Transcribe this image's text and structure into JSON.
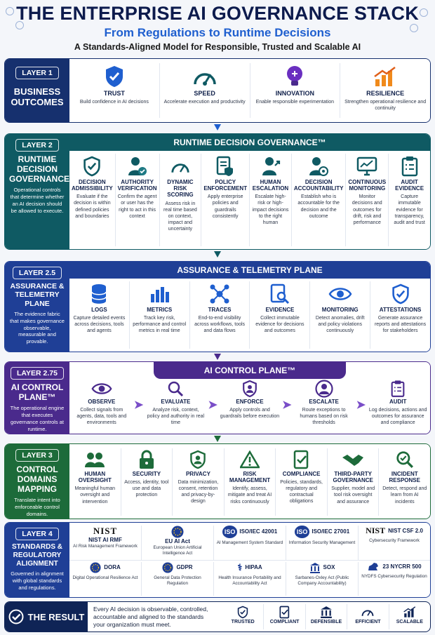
{
  "header": {
    "title": "THE ENTERPRISE AI GOVERNANCE STACK",
    "subtitle": "From Regulations to Runtime Decisions",
    "tagline": "A Standards-Aligned Model for Responsible, Trusted and Scalable AI"
  },
  "colors": {
    "navy": "#16306e",
    "teal": "#0f5a63",
    "blue": "#1f3f96",
    "purple": "#4a2a8c",
    "green": "#1d6b3a",
    "dark": "#0f2456"
  },
  "layer1": {
    "badge": "LAYER 1",
    "title": "BUSINESS OUTCOMES",
    "items": [
      {
        "icon": "shield-check-icon",
        "title": "TRUST",
        "desc": "Build confidence in AI decisions"
      },
      {
        "icon": "speedometer-icon",
        "title": "SPEED",
        "desc": "Accelerate execution and productivity"
      },
      {
        "icon": "lightbulb-icon",
        "title": "INNOVATION",
        "desc": "Enable responsible experimentation"
      },
      {
        "icon": "growth-chart-icon",
        "title": "RESILIENCE",
        "desc": "Strengthen operational resilience and continuity"
      }
    ]
  },
  "layer2": {
    "badge": "LAYER 2",
    "title": "RUNTIME DECISION GOVERNANCE™",
    "desc": "Operational controls that determine whether an AI decision should be allowed to execute.",
    "bar": "RUNTIME DECISION GOVERNANCE™",
    "items": [
      {
        "icon": "shield-check-icon",
        "title": "DECISION ADMISSIBILITY",
        "desc": "Evaluate if the decision is within defined policies and boundaries"
      },
      {
        "icon": "user-check-icon",
        "title": "AUTHORITY VERIFICATION",
        "desc": "Confirm the agent or user has the right to act in this context"
      },
      {
        "icon": "gauge-icon",
        "title": "DYNAMIC RISK SCORING",
        "desc": "Assess risk in real time based on context, impact and uncertainty"
      },
      {
        "icon": "policy-document-icon",
        "title": "POLICY ENFORCEMENT",
        "desc": "Apply enterprise policies and guardrails consistently"
      },
      {
        "icon": "escalation-user-icon",
        "title": "HUMAN ESCALATION",
        "desc": "Escalate high-risk or high-impact decisions to the right human"
      },
      {
        "icon": "accountable-user-icon",
        "title": "DECISION ACCOUNTABILITY",
        "desc": "Establish who is accountable for the decision and the outcome"
      },
      {
        "icon": "monitor-chart-icon",
        "title": "CONTINUOUS MONITORING",
        "desc": "Monitor decisions and outcomes for drift, risk and performance"
      },
      {
        "icon": "clipboard-icon",
        "title": "AUDIT EVIDENCE",
        "desc": "Capture immutable evidence for transparency, audit and trust"
      }
    ]
  },
  "layer25": {
    "badge": "LAYER 2.5",
    "title": "ASSURANCE & TELEMETRY PLANE",
    "desc": "The evidence fabric that makes governance observable, measurable and provable.",
    "bar": "ASSURANCE & TELEMETRY PLANE",
    "items": [
      {
        "icon": "database-icon",
        "title": "LOGS",
        "desc": "Capture detailed events across decisions, tools and agents"
      },
      {
        "icon": "bar-chart-icon",
        "title": "METRICS",
        "desc": "Track key risk, performance and control metrics in real time"
      },
      {
        "icon": "network-nodes-icon",
        "title": "TRACES",
        "desc": "End-to-end visibility across workflows, tools and data flows"
      },
      {
        "icon": "document-search-icon",
        "title": "EVIDENCE",
        "desc": "Collect immutable evidence for decisions and outcomes"
      },
      {
        "icon": "eye-icon",
        "title": "MONITORING",
        "desc": "Detect anomalies, drift and policy violations continuously"
      },
      {
        "icon": "shield-check-icon",
        "title": "ATTESTATIONS",
        "desc": "Generate assurance reports and attestations for stakeholders"
      }
    ]
  },
  "layer275": {
    "badge": "LAYER 2.75",
    "title": "AI CONTROL PLANE™",
    "desc": "The operational engine that executes governance controls at runtime.",
    "bar": "AI CONTROL PLANE™",
    "items": [
      {
        "icon": "eye-icon",
        "title": "OBSERVE",
        "desc": "Collect signals from agents, data, tools and environments"
      },
      {
        "icon": "magnifier-icon",
        "title": "EVALUATE",
        "desc": "Analyze risk, context, policy and authority in real time"
      },
      {
        "icon": "shield-user-icon",
        "title": "ENFORCE",
        "desc": "Apply controls and guardrails before execution"
      },
      {
        "icon": "user-circle-icon",
        "title": "ESCALATE",
        "desc": "Route exceptions to humans based on risk thresholds"
      },
      {
        "icon": "clipboard-icon",
        "title": "AUDIT",
        "desc": "Log decisions, actions and outcomes for assurance and compliance"
      }
    ]
  },
  "layer3": {
    "badge": "LAYER 3",
    "title": "CONTROL DOMAINS MAPPING",
    "desc": "Translate intent into enforceable control domains.",
    "items": [
      {
        "icon": "people-icon",
        "title": "HUMAN OVERSIGHT",
        "desc": "Meaningful human oversight and intervention"
      },
      {
        "icon": "lock-icon",
        "title": "SECURITY",
        "desc": "Access, identity, tool use and data protection"
      },
      {
        "icon": "privacy-shield-icon",
        "title": "PRIVACY",
        "desc": "Data minimization, consent, retention and privacy-by-design"
      },
      {
        "icon": "warning-icon",
        "title": "RISK MANAGEMENT",
        "desc": "Identify, assess, mitigate and treat AI risks continuously"
      },
      {
        "icon": "compliance-doc-icon",
        "title": "COMPLIANCE",
        "desc": "Policies, standards, regulatory and contractual obligations"
      },
      {
        "icon": "handshake-icon",
        "title": "THIRD-PARTY GOVERNANCE",
        "desc": "Supplier, model and tool risk oversight and assurance"
      },
      {
        "icon": "search-check-icon",
        "title": "INCIDENT RESPONSE",
        "desc": "Detect, respond and learn from AI incidents"
      }
    ]
  },
  "layer4": {
    "badge": "LAYER 4",
    "title": "STANDARDS & REGULATORY ALIGNMENT",
    "desc": "Governed in alignment with global standards and regulations.",
    "row1": [
      {
        "logo": "NIST",
        "title": "NIST AI RMF",
        "desc": "AI Risk Management Framework"
      },
      {
        "logo": "EU",
        "title": "EU AI Act",
        "desc": "European Union Artificial Intelligence Act"
      },
      {
        "logo": "ISO",
        "title": "ISO/IEC 42001",
        "desc": "AI Management System Standard"
      },
      {
        "logo": "ISO",
        "title": "ISO/IEC 27001",
        "desc": "Information Security Management"
      },
      {
        "logo": "NIST",
        "title": "NIST CSF 2.0",
        "desc": "Cybersecurity Framework"
      }
    ],
    "row2": [
      {
        "logo": "EU",
        "title": "DORA",
        "desc": "Digital Operational Resilience Act"
      },
      {
        "logo": "EU",
        "title": "GDPR",
        "desc": "General Data Protection Regulation"
      },
      {
        "logo": "caduceus",
        "title": "HIPAA",
        "desc": "Health Insurance Portability and Accountability Act"
      },
      {
        "logo": "building",
        "title": "SOX",
        "desc": "Sarbanes-Oxley Act (Public Company Accountability)"
      },
      {
        "logo": "NY",
        "title": "23 NYCRR 500",
        "desc": "NYDFS Cybersecurity Regulation"
      }
    ]
  },
  "result": {
    "title": "THE RESULT",
    "desc": "Every AI decision is observable, controlled, accountable and aligned to the standards your organization must meet.",
    "items": [
      {
        "icon": "shield-check-icon",
        "label": "TRUSTED"
      },
      {
        "icon": "compliant-doc-icon",
        "label": "COMPLIANT"
      },
      {
        "icon": "bank-icon",
        "label": "DEFENSIBLE"
      },
      {
        "icon": "gauge-icon",
        "label": "EFFICIENT"
      },
      {
        "icon": "growth-chart-icon",
        "label": "SCALABLE"
      }
    ]
  }
}
